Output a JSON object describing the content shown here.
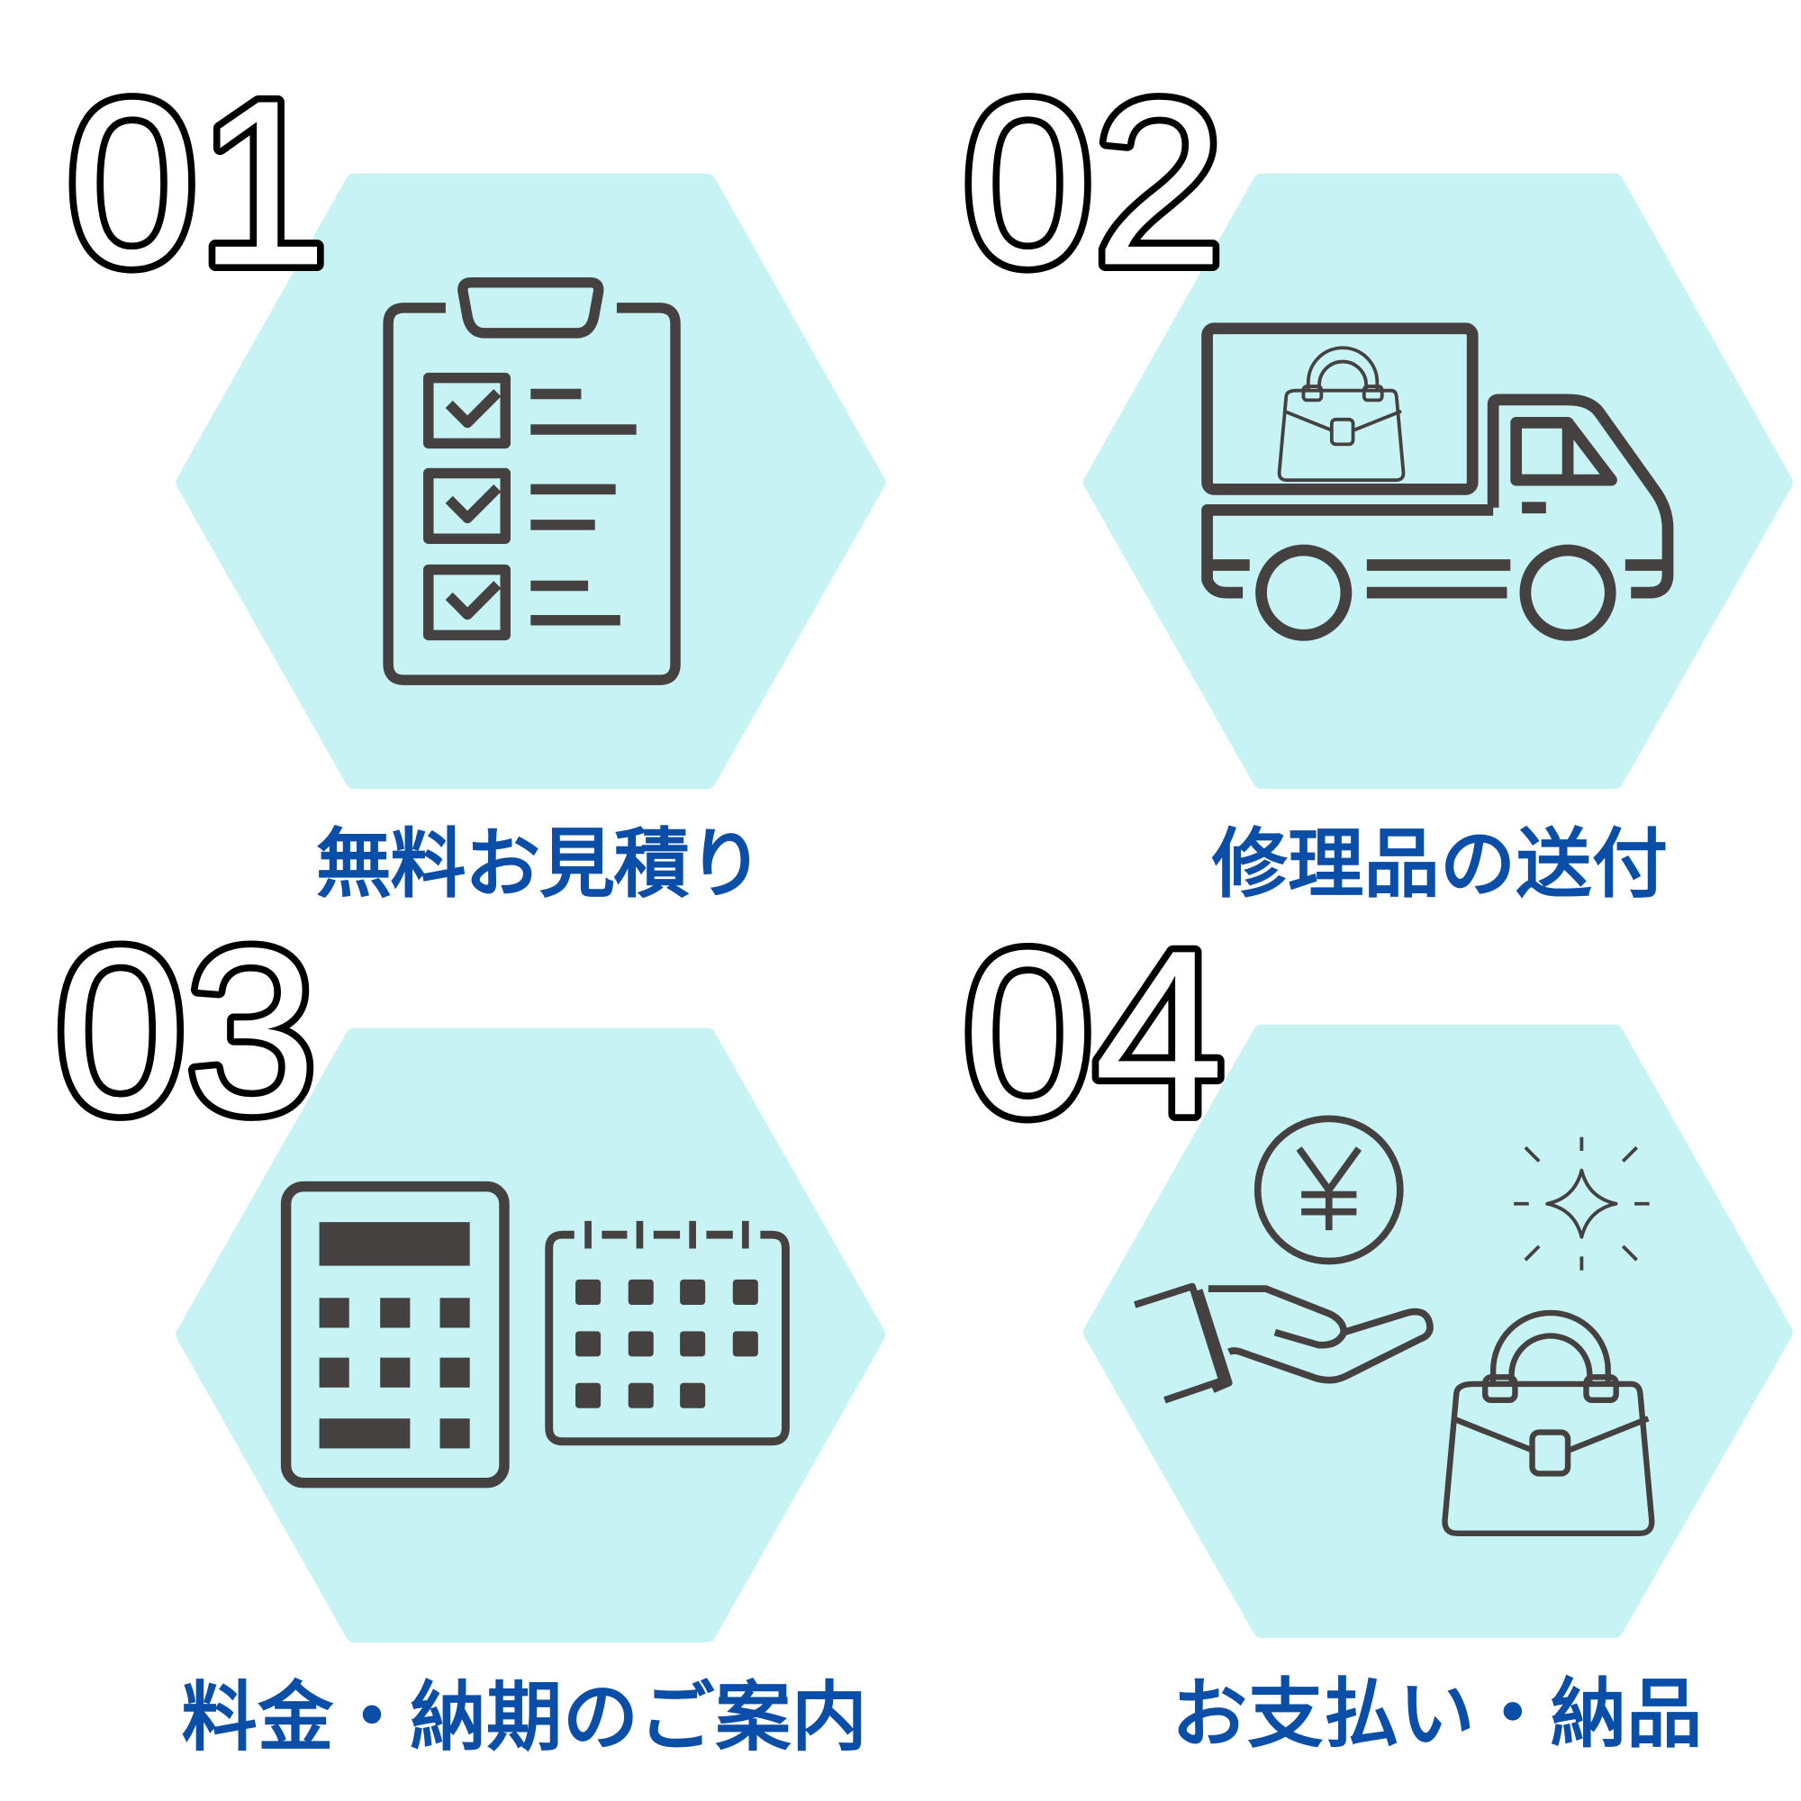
{
  "colors": {
    "hexagon": "#c8f3f4",
    "label": "#0b4ea8",
    "icon": "#454141"
  },
  "steps": [
    {
      "number": "01",
      "label": "無料お見積り",
      "icon": "clipboard-checklist-icon"
    },
    {
      "number": "02",
      "label": "修理品の送付",
      "icon": "delivery-truck-icon"
    },
    {
      "number": "03",
      "label": "料金・納期のご案内",
      "icon": "calculator-calendar-icon"
    },
    {
      "number": "04",
      "label": "お支払い・納品",
      "icon": "payment-handbag-icon"
    }
  ],
  "yen_symbol": "¥"
}
